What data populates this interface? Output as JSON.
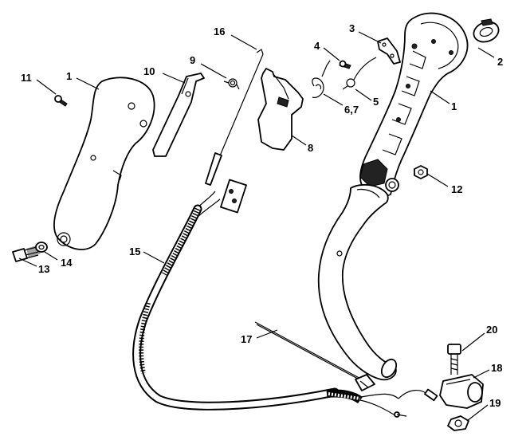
{
  "labels": {
    "p1a": "1",
    "p1b": "1",
    "p2": "2",
    "p3": "3",
    "p4": "4",
    "p5": "5",
    "p67": "6,7",
    "p8": "8",
    "p9": "9",
    "p10": "10",
    "p11": "11",
    "p12": "12",
    "p13": "13",
    "p14": "14",
    "p15": "15",
    "p16": "16",
    "p17": "17",
    "p18": "18",
    "p19": "19",
    "p20": "20"
  }
}
